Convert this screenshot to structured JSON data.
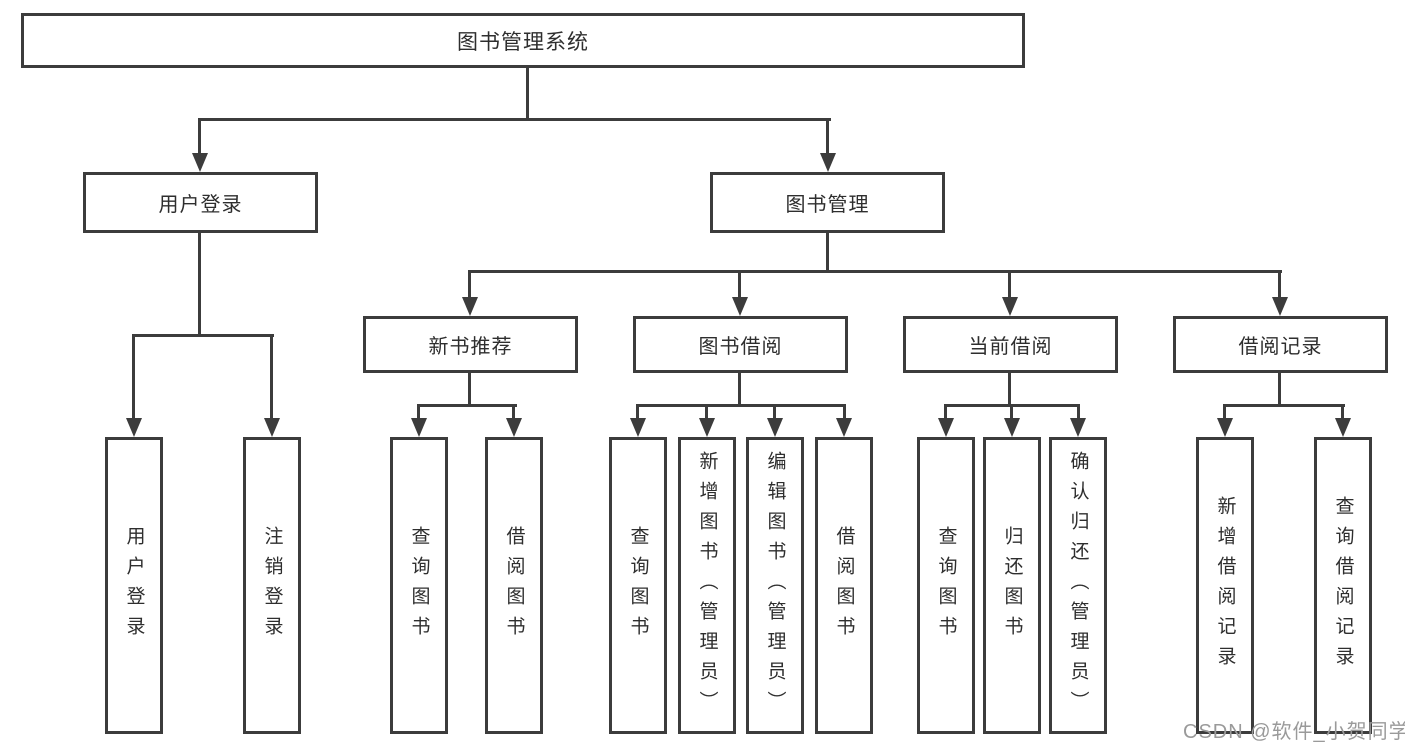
{
  "diagram": {
    "title_node": "图书管理系统",
    "level2": {
      "user_login": "用户登录",
      "book_management": "图书管理"
    },
    "level3": {
      "new_book_recommend": "新书推荐",
      "book_borrow": "图书借阅",
      "current_borrow": "当前借阅",
      "borrow_records": "借阅记录"
    },
    "leaves": {
      "user_login": [
        "用户登录",
        "注销登录"
      ],
      "new_book_recommend": [
        "查询图书",
        "借阅图书"
      ],
      "book_borrow": [
        "查询图书",
        "新增图书（管理员）",
        "编辑图书（管理员）",
        "借阅图书"
      ],
      "current_borrow": [
        "查询图书",
        "归还图书",
        "确认归还（管理员）"
      ],
      "borrow_records": [
        "新增借阅记录",
        "查询借阅记录"
      ]
    }
  },
  "watermark": "CSDN @软件_小贺同学",
  "colors": {
    "line": "#3c3c3c",
    "text": "#2e2e2e",
    "watermark": "#9a9a9a",
    "background": "#ffffff"
  }
}
